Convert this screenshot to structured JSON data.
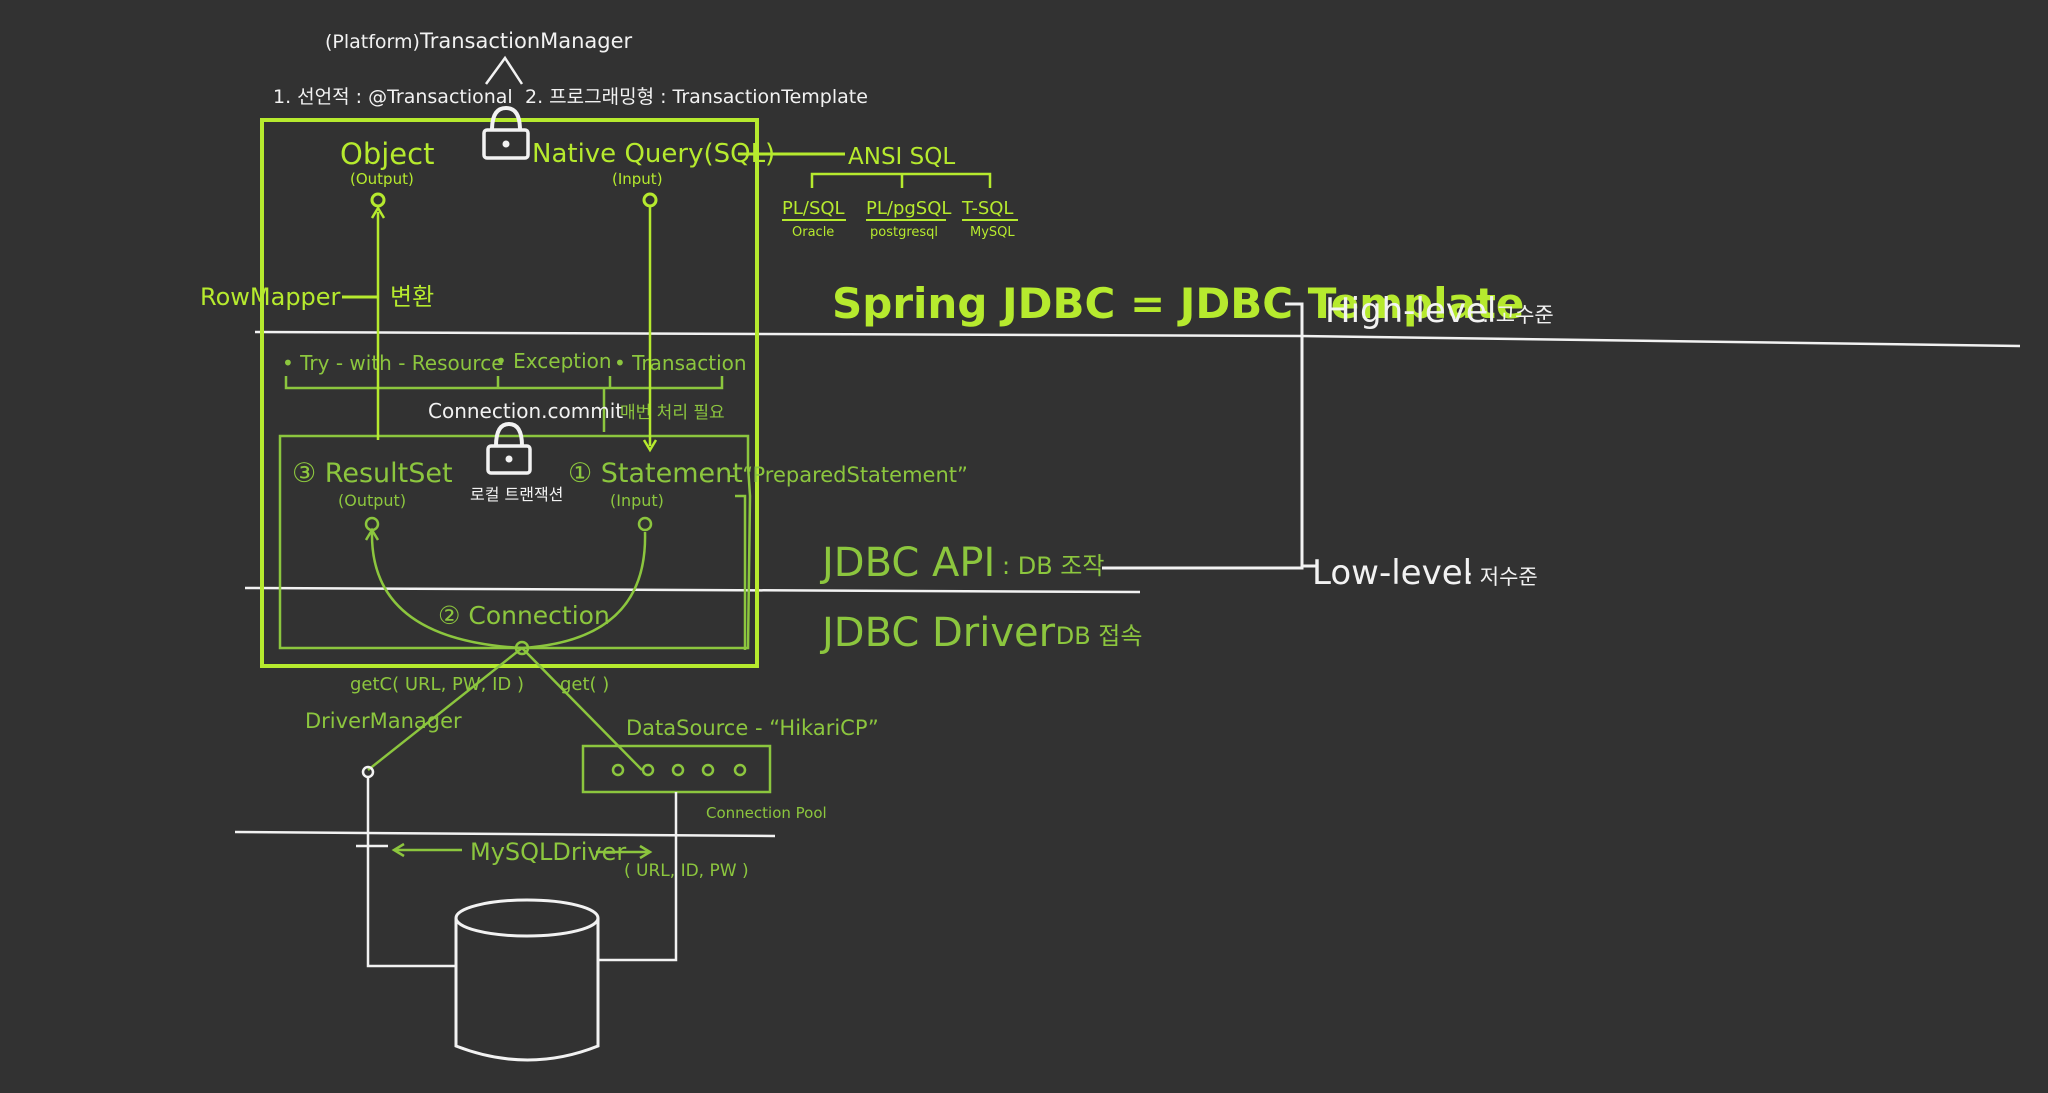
{
  "colors": {
    "background": "#323232",
    "white": "#f2f2f2",
    "lime": "#b6ea2e",
    "green": "#8cc63e"
  },
  "top": {
    "platform": "(Platform)",
    "manager": "TransactionManager",
    "declarative": "1. 선언적 : @Transactional",
    "programmatic": "2. 프로그래밍형 : TransactionTemplate"
  },
  "object": {
    "label": "Object",
    "sub": "(Output)"
  },
  "native_query": {
    "label": "Native Query(SQL)",
    "sub": "(Input)"
  },
  "ansi": {
    "label": "ANSI SQL",
    "dialects": [
      {
        "name": "PL/SQL",
        "db": "Oracle"
      },
      {
        "name": "PL/pgSQL",
        "db": "postgresql"
      },
      {
        "name": "T-SQL",
        "db": "MySQL"
      }
    ]
  },
  "rowmapper": {
    "label": "RowMapper",
    "convert": "변환"
  },
  "spring_jdbc": "Spring JDBC = JDBC Template",
  "high_level": {
    "label": "High-level",
    "desc": ": 고수준"
  },
  "features": {
    "items": [
      "• Try - with - Resource",
      "• Exception",
      "• Transaction"
    ],
    "commit": "Connection.commit",
    "note": "매번 처리 필요"
  },
  "resultset": {
    "label": "③ ResultSet",
    "sub": "(Output)"
  },
  "statement": {
    "label": "① Statement",
    "prepared": "- “PreparedStatement”",
    "sub": "(Input)"
  },
  "local_tx": "로컬 트랜잭션",
  "connection": "② Connection",
  "jdbc_api": {
    "label": "JDBC API",
    "desc": ": DB 조작"
  },
  "jdbc_driver": {
    "label": "JDBC Driver",
    "desc": ": DB 접속"
  },
  "low_level": {
    "label": "Low-level",
    "desc": ": 저수준"
  },
  "getc": "getC( URL, PW, ID )",
  "get": "get( )",
  "driver_manager": "DriverManager",
  "datasource": "DataSource - “HikariCP”",
  "pool_label": "Connection Pool",
  "mysql_driver": "MySQLDriver",
  "url_id_pw": "( URL, ID, PW )"
}
